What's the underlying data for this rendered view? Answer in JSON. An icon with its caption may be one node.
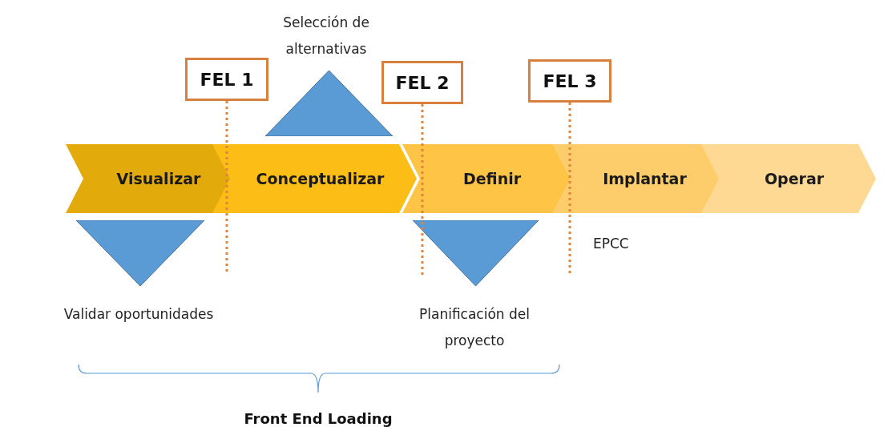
{
  "diagram": {
    "nodes": [
      {
        "text": [
          "Visualizar"
        ]
      },
      {
        "text": [
          "Conceptualizar"
        ]
      },
      {
        "text": [
          "Definir"
        ]
      },
      {
        "text": [
          "Implantar"
        ]
      },
      {
        "text": [
          "Operar"
        ]
      },
      {
        "text": [
          "FEL 1"
        ]
      },
      {
        "text": [
          "FEL 2"
        ]
      },
      {
        "text": [
          "FEL 3"
        ]
      },
      {
        "text": [],
        "shape": "triangle",
        "beside": [
          "Validar oportunidades"
        ]
      },
      {
        "text": [],
        "shape": "triangle",
        "beside": [
          "Selección de alternativas"
        ]
      },
      {
        "text": [],
        "shape": "triangle",
        "beside": [
          "Planificación del proyecto"
        ]
      }
    ],
    "edges": [
      {
        "from": 5,
        "to": null,
        "arrow": "none",
        "style": "dashed"
      },
      {
        "from": 6,
        "to": null,
        "arrow": "none",
        "style": "dashed"
      },
      {
        "from": 7,
        "to": null,
        "arrow": "none",
        "style": "dashed"
      }
    ],
    "labels": [
      "EPCC",
      "Front End Loading"
    ]
  }
}
